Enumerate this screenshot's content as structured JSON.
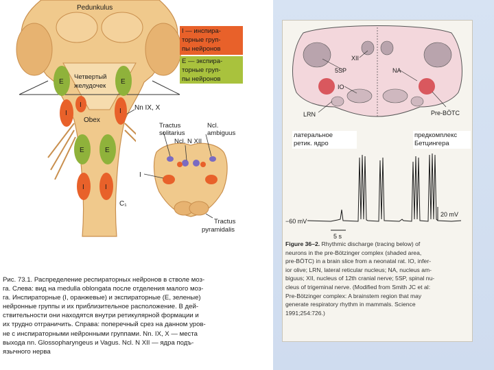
{
  "left_figure": {
    "labels": {
      "pedunkulus": "Pedunkulus",
      "fourth_ventricle": "Четвертый\nжелудочек",
      "obex": "Obex",
      "nerves": "Nn IX, X",
      "c1": "C₁",
      "tractus_solitarius": "Tractus\nsolitarius",
      "ncl_ambiguus": "Ncl.\nambiguus",
      "ncl_n_xii": "Ncl. N XII",
      "tractus_pyramidalis": "Tractus\npyramidalis",
      "marker_i": "I",
      "marker_e": "E"
    },
    "legend": {
      "inspiratory": "I — инспира-\nторные груп-\nпы нейронов",
      "expiratory": "E — экспира-\nторные груп-\nпы нейронов"
    },
    "colors": {
      "inspiratory": "#e8612a",
      "expiratory": "#8fb23b",
      "tissue": "#f0c98c",
      "tissue_shadow": "#d9a865"
    },
    "caption_lines": [
      "Рис. 73.1. Распределение респираторных нейронов в стволе моз-",
      "га. Слева: вид на medulla oblongata после отделения малого моз-",
      "га. Инспираторные (I, оранжевые) и экспираторные (E, зеленые)",
      "нейронные группы и их приблизительное расположение. В дей-",
      "ствительности они находятся внутри ретикулярной формации и",
      "их трудно отграничить. Справа: поперечный срез на данном уров-",
      "не с инспираторными нейронными группами. Nn. IX, X — места",
      "выхода nn. Glossopharyngeus и Vagus. Ncl. N XII — ядра подъ-",
      "язычного нерва"
    ]
  },
  "right_figure": {
    "labels": {
      "xii": "XII",
      "5sp": "5SP",
      "na": "NA",
      "io": "IO",
      "lrn": "LRN",
      "pre_botc": "Pre-BÖTC",
      "scale_mv": "20 mV",
      "baseline_mv": "−60 mV",
      "scale_s": "5 s"
    },
    "russian_left": "латеральное\nретик. ядро",
    "russian_right": "предкомплекс\nБетцингера",
    "caption": {
      "heading": "Figure 36–2.",
      "lines": [
        "Rhythmic discharge (tracing below) of",
        "neurons in the pre-Bötzinger complex (shaded area,",
        "pre-BÖTC) in a brain slice from a neonatal rat. IO, infer-",
        "ior olive; LRN, lateral reticular nucleus; NA, nucleus am-",
        "biguus; XII, nucleus of 12th cranial nerve; 5SP, spinal nu-",
        "cleus of trigeminal nerve. (Modified from Smith JC et al:",
        "Pre-Bötzinger complex: A brainstem region that may",
        "generate respiratory rhythm in mammals. Science",
        "1991;254:726.)"
      ]
    }
  }
}
